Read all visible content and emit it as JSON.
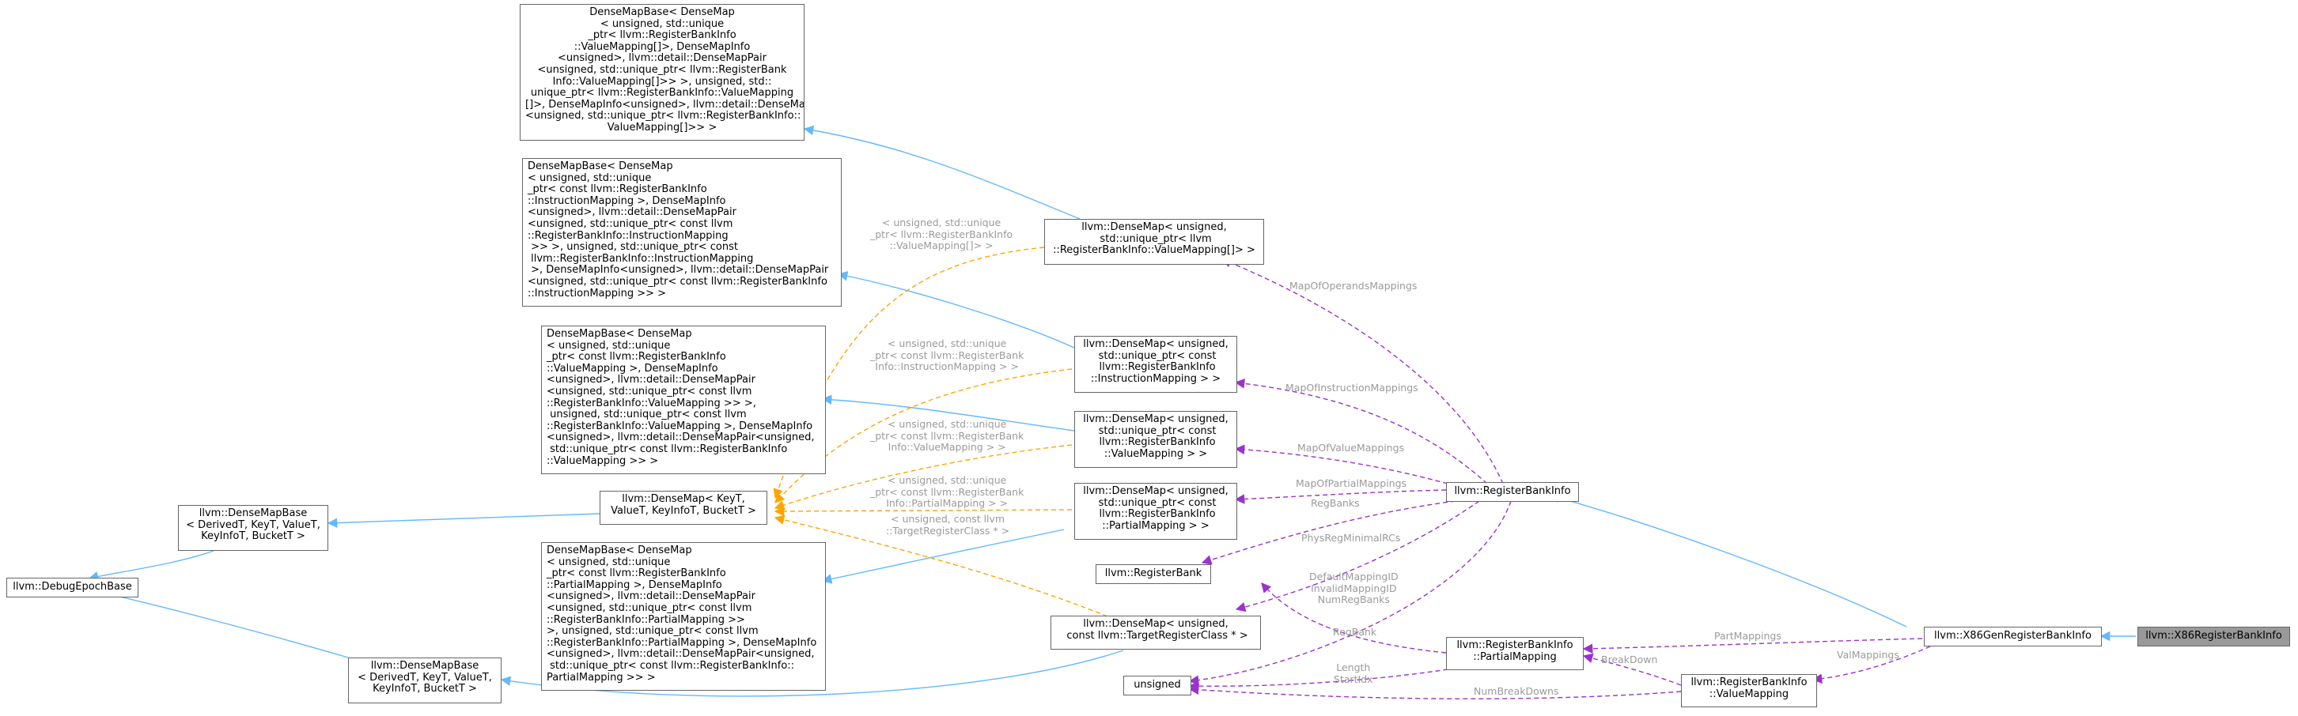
{
  "colors": {
    "inherit": "#63b8ff",
    "usage": "#9a32cd",
    "template": "#ffa500",
    "label": "#9a9a9a",
    "focus_fill": "#999999"
  },
  "nodes": {
    "debug_epoch": "llvm::DebugEpochBase",
    "densemapbase_generic_top": "llvm::DenseMapBase\n< DerivedT, KeyT, ValueT,\nKeyInfoT, BucketT >",
    "densemapbase_generic_bottom": "llvm::DenseMapBase\n< DerivedT, KeyT, ValueT,\nKeyInfoT, BucketT >",
    "densemap_generic": "llvm::DenseMap< KeyT,\nValueT, KeyInfoT, BucketT >",
    "base_valuemapping_array": "DenseMapBase< DenseMap\n< unsigned, std::unique\n_ptr< llvm::RegisterBankInfo\n::ValueMapping[]>, DenseMapInfo\n<unsigned>, llvm::detail::DenseMapPair\n<unsigned, std::unique_ptr< llvm::RegisterBank\nInfo::ValueMapping[]>> >, unsigned, std::\nunique_ptr< llvm::RegisterBankInfo::ValueMapping\n[]>, DenseMapInfo<unsigned>, llvm::detail::DenseMapPair\n<unsigned, std::unique_ptr< llvm::RegisterBankInfo::\nValueMapping[]>> >",
    "base_instructionmapping": "DenseMapBase< DenseMap\n< unsigned, std::unique\n_ptr< const llvm::RegisterBankInfo\n::InstructionMapping >, DenseMapInfo\n<unsigned>, llvm::detail::DenseMapPair\n<unsigned, std::unique_ptr< const llvm\n::RegisterBankInfo::InstructionMapping\n >> >, unsigned, std::unique_ptr< const\n llvm::RegisterBankInfo::InstructionMapping\n >, DenseMapInfo<unsigned>, llvm::detail::DenseMapPair\n<unsigned, std::unique_ptr< const llvm::RegisterBankInfo\n::InstructionMapping >> >",
    "base_valuemapping": "DenseMapBase< DenseMap\n< unsigned, std::unique\n_ptr< const llvm::RegisterBankInfo\n::ValueMapping >, DenseMapInfo\n<unsigned>, llvm::detail::DenseMapPair\n<unsigned, std::unique_ptr< const llvm\n::RegisterBankInfo::ValueMapping >> >,\n unsigned, std::unique_ptr< const llvm\n::RegisterBankInfo::ValueMapping >, DenseMapInfo\n<unsigned>, llvm::detail::DenseMapPair<unsigned,\n std::unique_ptr< const llvm::RegisterBankInfo\n::ValueMapping >> >",
    "base_partialmapping": "DenseMapBase< DenseMap\n< unsigned, std::unique\n_ptr< const llvm::RegisterBankInfo\n::PartialMapping >, DenseMapInfo\n<unsigned>, llvm::detail::DenseMapPair\n<unsigned, std::unique_ptr< const llvm\n::RegisterBankInfo::PartialMapping >> \n>, unsigned, std::unique_ptr< const llvm\n::RegisterBankInfo::PartialMapping >, DenseMapInfo\n<unsigned>, llvm::detail::DenseMapPair<unsigned,\n std::unique_ptr< const llvm::RegisterBankInfo::\nPartialMapping >> >",
    "densemap_valuemapping_array": "llvm::DenseMap< unsigned,\n std::unique_ptr< llvm\n::RegisterBankInfo::ValueMapping[]> >",
    "densemap_instructionmapping": "llvm::DenseMap< unsigned,\n std::unique_ptr< const\n llvm::RegisterBankInfo\n::InstructionMapping > >",
    "densemap_valuemapping": "llvm::DenseMap< unsigned,\n std::unique_ptr< const\n llvm::RegisterBankInfo\n::ValueMapping > >",
    "densemap_partialmapping": "llvm::DenseMap< unsigned,\n std::unique_ptr< const\n llvm::RegisterBankInfo\n::PartialMapping > >",
    "densemap_targetregisterclass": "llvm::DenseMap< unsigned,\n const llvm::TargetRegisterClass * >",
    "register_bank": "llvm::RegisterBank",
    "unsigned": "unsigned",
    "register_bank_info": "llvm::RegisterBankInfo",
    "partial_mapping": "llvm::RegisterBankInfo\n::PartialMapping",
    "value_mapping": "llvm::RegisterBankInfo\n::ValueMapping",
    "x86_gen_register_bank_info": "llvm::X86GenRegisterBankInfo",
    "x86_register_bank_info": "llvm::X86RegisterBankInfo"
  },
  "edge_labels": {
    "tmpl_valuemapping_array": "< unsigned, std::unique\n_ptr< llvm::RegisterBankInfo\n::ValueMapping[]> >",
    "tmpl_instructionmapping": "< unsigned, std::unique\n_ptr< const llvm::RegisterBank\nInfo::InstructionMapping > >",
    "tmpl_valuemapping": "< unsigned, std::unique\n_ptr< const llvm::RegisterBank\nInfo::ValueMapping > >",
    "tmpl_partialmapping": "< unsigned, std::unique\n_ptr< const llvm::RegisterBank\nInfo::PartialMapping > >",
    "tmpl_targetregisterclass": "< unsigned, const llvm\n::TargetRegisterClass * >",
    "map_of_operands_mappings": "MapOfOperandsMappings",
    "map_of_instruction_mappings": "MapOfInstructionMappings",
    "map_of_value_mappings": "MapOfValueMappings",
    "map_of_partial_mappings": "MapOfPartialMappings",
    "reg_banks": "RegBanks",
    "phys_reg_minimal_rcs": "PhysRegMinimalRCs",
    "default_mapping_ids": "DefaultMappingID\nInvalidMappingID\nNumRegBanks",
    "reg_bank": "RegBank",
    "length_start_idx": "Length\nStartIdx",
    "break_down": "BreakDown",
    "num_break_downs": "NumBreakDowns",
    "part_mappings": "PartMappings",
    "val_mappings": "ValMappings"
  }
}
